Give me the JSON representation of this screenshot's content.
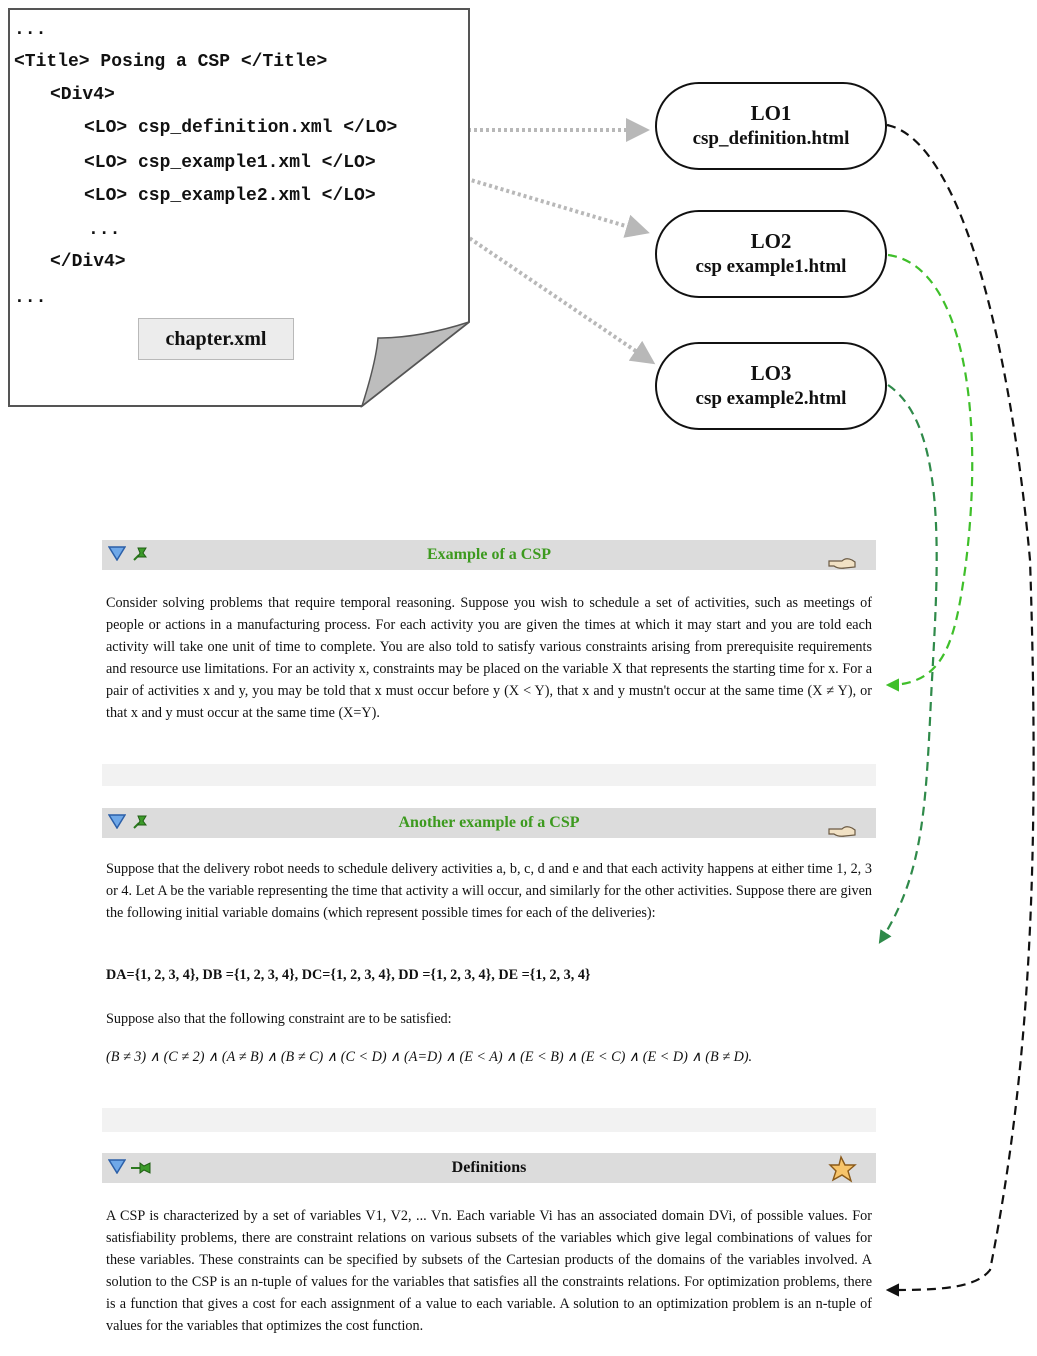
{
  "xml_doc": {
    "lines": [
      "...",
      "<Title> Posing a CSP </Title>",
      "<Div4>",
      "<LO> csp_definition.xml </LO>",
      "<LO> csp_example1.xml </LO>",
      "<LO> csp_example2.xml </LO>",
      "...",
      "</Div4>",
      "..."
    ],
    "filename": "chapter.xml"
  },
  "learning_objects": [
    {
      "id": "LO1",
      "file": "csp_definition.html"
    },
    {
      "id": "LO2",
      "file": "csp example1.html"
    },
    {
      "id": "LO3",
      "file": "csp example2.html"
    }
  ],
  "panels": {
    "example1": {
      "title": "Example of a CSP",
      "title_color": "#3d9a1f",
      "paragraphs": [
        "Consider solving problems that require temporal reasoning. Suppose you wish to schedule a set of activities, such as meetings of people or actions in a manufacturing process. For each activity you are given the times at which it may start and you are told each activity will take one unit of time to complete. You are also told to satisfy various constraints arising from prerequisite requirements and resource use limitations. For an activity x, constraints may be placed on the variable X that represents the starting time for x. For a pair of activities x and y, you may be told that x must occur before y (X < Y), that x and y mustn't occur at the same time (X ≠ Y), or that x and y must occur at the same time (X=Y)."
      ]
    },
    "example2": {
      "title": "Another example of a CSP",
      "title_color": "#3d9a1f",
      "paragraphs": [
        "Suppose that the delivery robot needs to schedule delivery activities a, b, c, d and e and that each activity happens at either time 1, 2, 3 or 4. Let A be the variable representing the time that activity a will occur, and similarly for the other activities. Suppose there are given the following initial variable domains (which represent possible times for each of the deliveries):",
        "DA={1, 2, 3, 4}, DB ={1, 2, 3, 4}, DC={1, 2, 3, 4}, DD ={1, 2, 3, 4}, DE ={1, 2, 3, 4}",
        "Suppose also that the following constraint are to be satisfied:",
        "(B ≠ 3) ∧ (C ≠ 2) ∧ (A ≠ B) ∧ (B ≠ C) ∧ (C < D) ∧ (A=D) ∧ (E < A) ∧ (E < B) ∧ (E < C) ∧ (E < D) ∧ (B ≠ D)."
      ]
    },
    "definitions": {
      "title": "Definitions",
      "title_color": "#111111",
      "paragraphs": [
        "A CSP is characterized by a set of variables V1, V2, ... Vn. Each variable Vi has an associated domain DVi, of possible values. For satisfiability problems, there are constraint relations on various subsets of the variables which give legal combinations of values for these variables. These constraints can be specified by subsets of the Cartesian products of the domains of the variables involved. A solution to the CSP is an n-tuple of values for the variables that satisfies all the constraints relations. For optimization problems, there is a function that gives a cost for each assignment of a value to each variable. A solution to an optimization problem is an n-tuple of values for the variables that optimizes the cost function."
      ]
    }
  },
  "colors": {
    "dotted_arrow": "#b8b8b8",
    "arrow_lo1": "#111111",
    "arrow_lo2": "#3fbf2a",
    "arrow_lo3": "#2f8a4a",
    "panel_header": "#dcdcdc",
    "panel_footer": "#f2f2f2"
  },
  "icons": [
    "collapse-triangle-icon",
    "pin-icon",
    "hand-icon",
    "star-icon"
  ]
}
